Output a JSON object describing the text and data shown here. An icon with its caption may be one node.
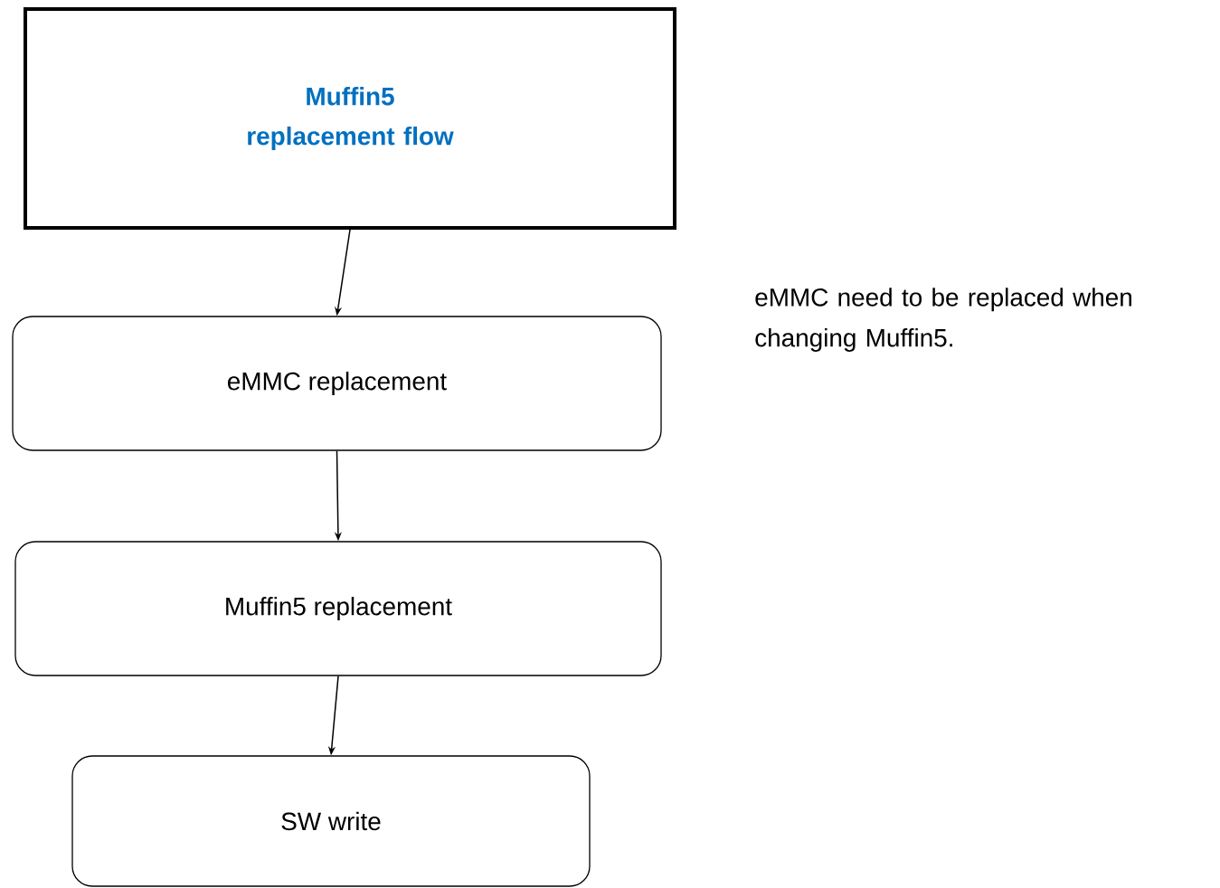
{
  "diagram": {
    "nodes": [
      {
        "text": [
          "Muffin5 replacement flow"
        ]
      },
      {
        "text": [
          "eMMC replacement"
        ]
      },
      {
        "text": [
          "Muffin5 replacement"
        ]
      },
      {
        "text": [
          "SW write"
        ]
      }
    ],
    "edges": [
      {
        "from": 0,
        "to": 1,
        "arrow": "to"
      },
      {
        "from": 1,
        "to": 2,
        "arrow": "to"
      },
      {
        "from": 2,
        "to": 3,
        "arrow": "to"
      }
    ],
    "labels": [
      "eMMC need to be replaced when changing Muffin5."
    ]
  }
}
